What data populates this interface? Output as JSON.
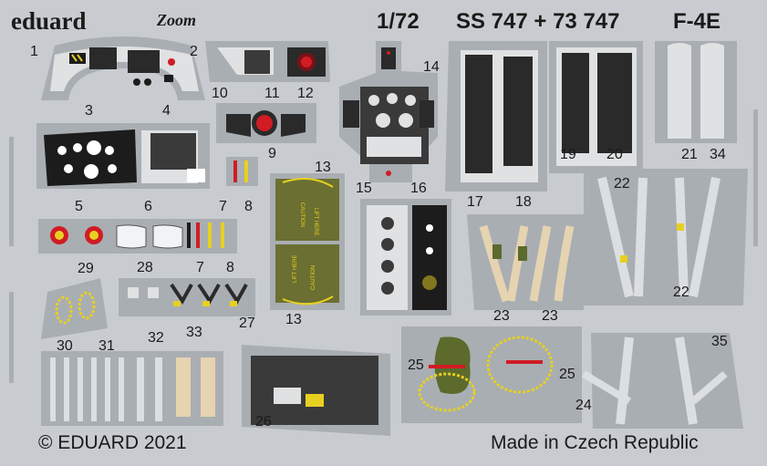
{
  "header": {
    "brand": "eduard",
    "logo_text": "Zoom",
    "scale": "1/72",
    "set_numbers": "SS 747 + 73 747",
    "aircraft": "F-4E"
  },
  "footer": {
    "copyright": "© EDUARD 2021",
    "origin": "Made in Czech Republic"
  },
  "part_numbers": [
    "1",
    "2",
    "3",
    "4",
    "5",
    "6",
    "7",
    "8",
    "7",
    "8",
    "9",
    "10",
    "11",
    "12",
    "13",
    "13",
    "14",
    "15",
    "16",
    "17",
    "18",
    "19",
    "20",
    "21",
    "22",
    "22",
    "23",
    "23",
    "24",
    "25",
    "25",
    "26",
    "27",
    "28",
    "29",
    "30",
    "31",
    "32",
    "33",
    "34",
    "35"
  ],
  "placards": {
    "lift_here": "LIFT HERE",
    "caution": "CAUTION"
  },
  "colors": {
    "fret": "#c8ccd0",
    "part_gray": "#a9aeb3",
    "instrument_black": "#1c1c1c",
    "olive": "#6b6f32",
    "yellow": "#e8d020",
    "red": "#d01c24",
    "tan": "#e6d3b0",
    "belt_gray": "#dcdfe1",
    "belt_green": "#5c6a2c"
  }
}
